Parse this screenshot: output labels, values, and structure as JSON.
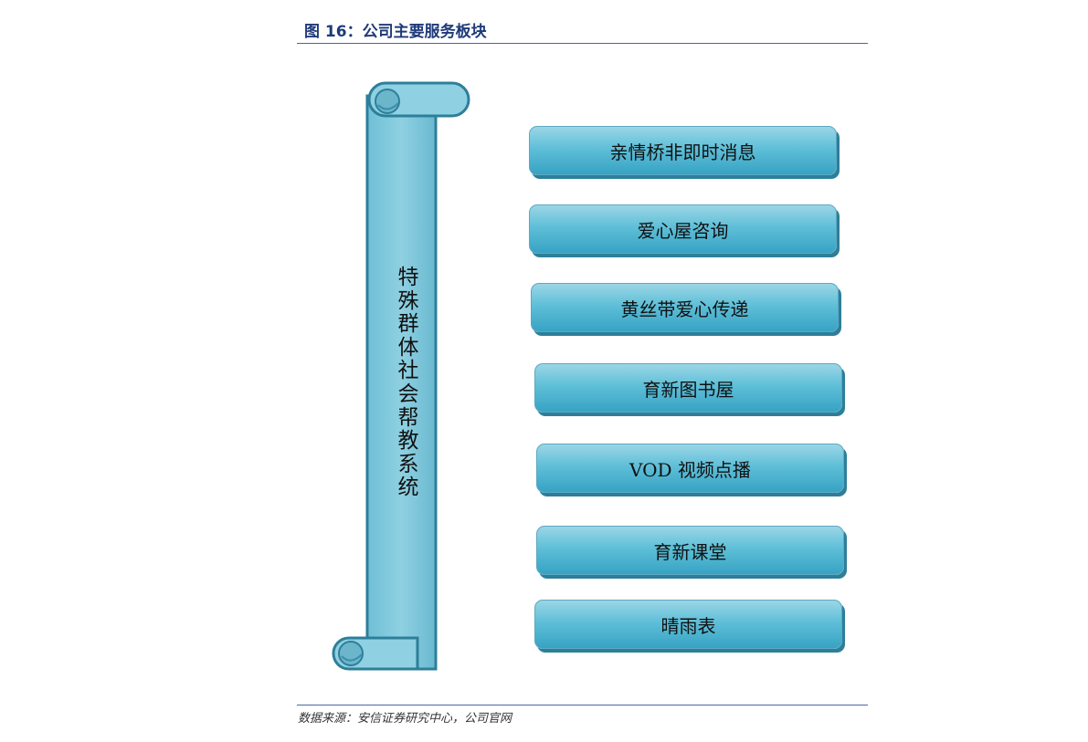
{
  "figure": {
    "title": "图 16：公司主要服务板块",
    "source": "数据来源：安信证券研究中心，公司官网"
  },
  "system": {
    "label": "特殊群体社会帮教系统"
  },
  "modules": [
    {
      "label": "亲情桥非即时消息"
    },
    {
      "label": "爱心屋咨询"
    },
    {
      "label": "黄丝带爱心传递"
    },
    {
      "label": "育新图书屋"
    },
    {
      "label": "VOD 视频点播"
    },
    {
      "label": "育新课堂"
    },
    {
      "label": "晴雨表"
    }
  ],
  "colors": {
    "title": "#1f3a7a",
    "rule": "#4a66a8",
    "module_fill": "#5fbfd8",
    "module_shadow": "#2d7f99",
    "scroll_fill": "#7fc6da"
  }
}
